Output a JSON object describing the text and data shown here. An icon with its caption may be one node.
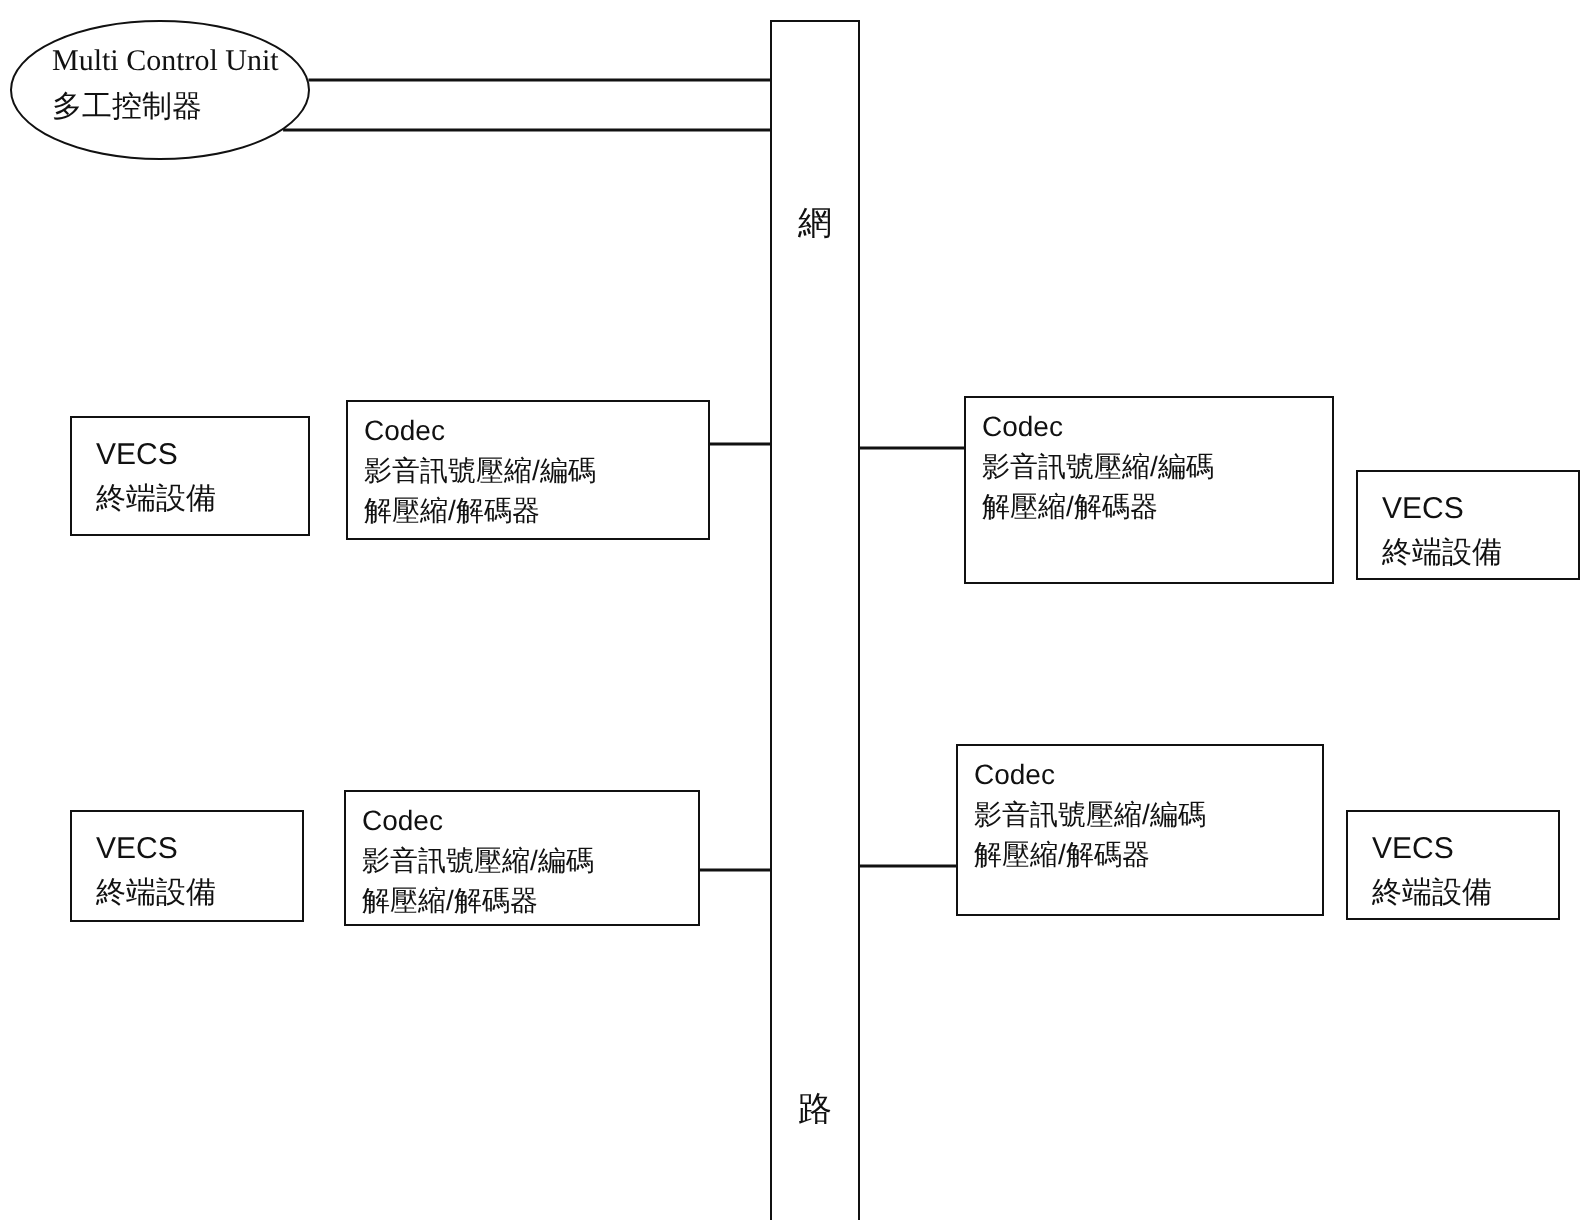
{
  "diagram": {
    "nodes": [
      {
        "text": [
          "Multi Control Unit",
          "多工控制器"
        ]
      },
      {
        "text": [
          "網",
          "路"
        ]
      },
      {
        "text": [
          "VECS",
          "終端設備"
        ]
      },
      {
        "text": [
          "Codec",
          "影音訊號壓縮/編碼",
          "解壓縮/解碼器"
        ]
      },
      {
        "text": [
          "Codec",
          "影音訊號壓縮/編碼",
          "解壓縮/解碼器"
        ]
      },
      {
        "text": [
          "VECS",
          "終端設備"
        ]
      },
      {
        "text": [
          "VECS",
          "終端設備"
        ]
      },
      {
        "text": [
          "Codec",
          "影音訊號壓縮/編碼",
          "解壓縮/解碼器"
        ]
      },
      {
        "text": [
          "Codec",
          "影音訊號壓縮/編碼",
          "解壓縮/解碼器"
        ]
      },
      {
        "text": [
          "VECS",
          "終端設備"
        ]
      }
    ],
    "edges": [
      {
        "from": 0,
        "to": 1,
        "arrow": "none"
      },
      {
        "from": 0,
        "to": 1,
        "arrow": "none"
      },
      {
        "from": 3,
        "to": 1,
        "arrow": "none"
      },
      {
        "from": 1,
        "to": 4,
        "arrow": "none"
      },
      {
        "from": 7,
        "to": 1,
        "arrow": "none"
      },
      {
        "from": 1,
        "to": 8,
        "arrow": "none"
      }
    ]
  }
}
